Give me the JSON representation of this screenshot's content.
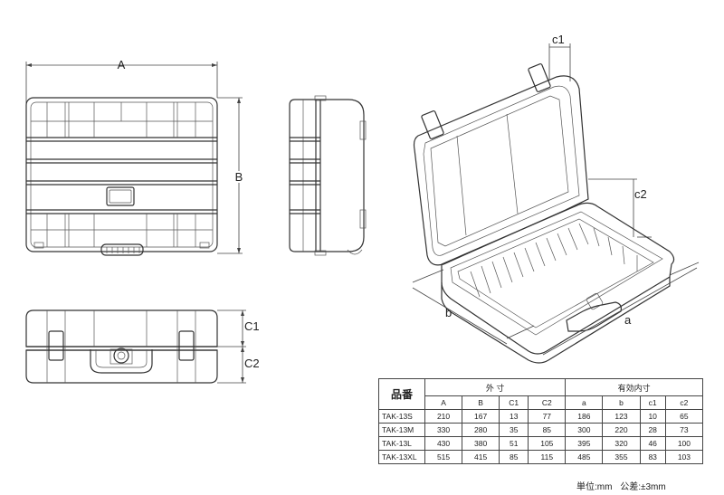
{
  "dimension_labels": {
    "A": "A",
    "B": "B",
    "C1": "C1",
    "C2": "C2",
    "a": "a",
    "b": "b",
    "c1": "c1",
    "c2": "c2"
  },
  "table": {
    "product_header": "品番",
    "outer_header": "外 寸",
    "inner_header": "有効内寸",
    "columns": [
      "A",
      "B",
      "C1",
      "C2",
      "a",
      "b",
      "c1",
      "c2"
    ],
    "rows": [
      {
        "model": "TAK-13S",
        "values": [
          "210",
          "167",
          "13",
          "77",
          "186",
          "123",
          "10",
          "65"
        ]
      },
      {
        "model": "TAK-13M",
        "values": [
          "330",
          "280",
          "35",
          "85",
          "300",
          "220",
          "28",
          "73"
        ]
      },
      {
        "model": "TAK-13L",
        "values": [
          "430",
          "380",
          "51",
          "105",
          "395",
          "320",
          "46",
          "100"
        ]
      },
      {
        "model": "TAK-13XL",
        "values": [
          "515",
          "415",
          "85",
          "115",
          "485",
          "355",
          "83",
          "103"
        ]
      }
    ]
  },
  "footnote": {
    "unit": "単位:mm",
    "tolerance": "公差:±3mm"
  }
}
